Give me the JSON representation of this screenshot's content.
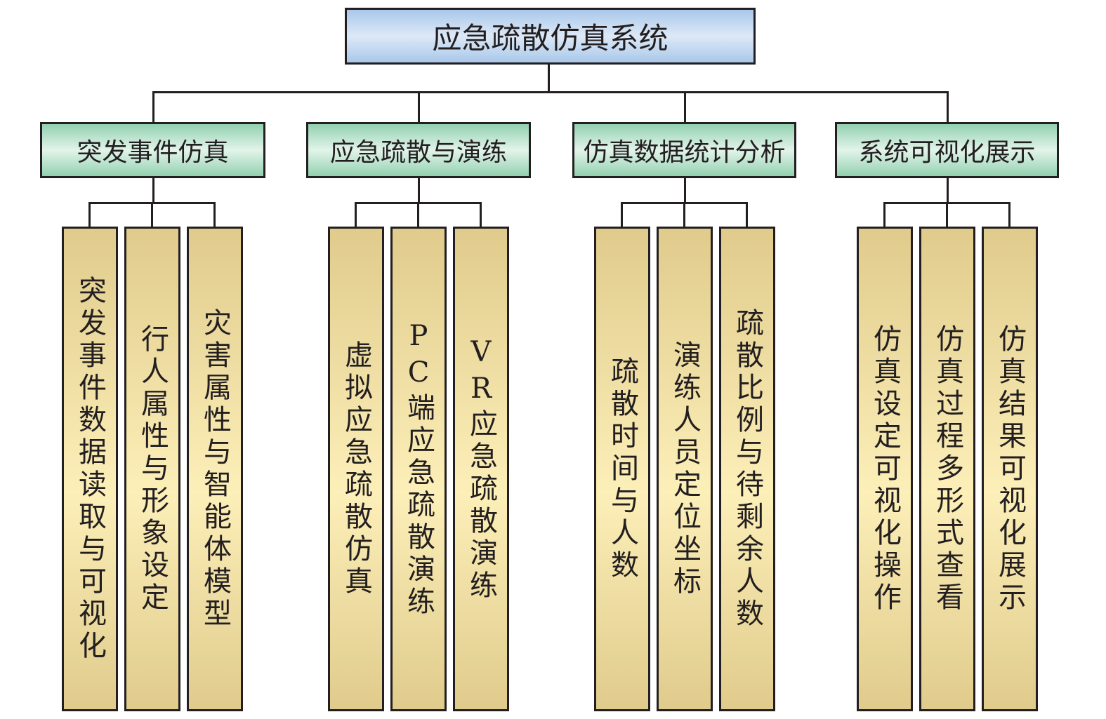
{
  "title": "应急疏散仿真系统",
  "modules": [
    {
      "label": "突发事件仿真",
      "children": [
        "突发事件数据读取与可视化",
        "行人属性与形象设定",
        "灾害属性与智能体模型"
      ]
    },
    {
      "label": "应急疏散与演练",
      "children": [
        "虚拟应急疏散仿真",
        "PC端应急疏散演练",
        "VR应急疏散演练"
      ]
    },
    {
      "label": "仿真数据统计分析",
      "children": [
        "疏散时间与人数",
        "演练人员定位坐标",
        "疏散比例与待剩余人数"
      ]
    },
    {
      "label": "系统可视化展示",
      "children": [
        "仿真设定可视化操作",
        "仿真过程多形式查看",
        "仿真结果可视化展示"
      ]
    }
  ],
  "colors": {
    "root": "#a9c8ea",
    "module": "#93d1b0",
    "leaf": "#e0cb8c",
    "line": "#231f20"
  }
}
